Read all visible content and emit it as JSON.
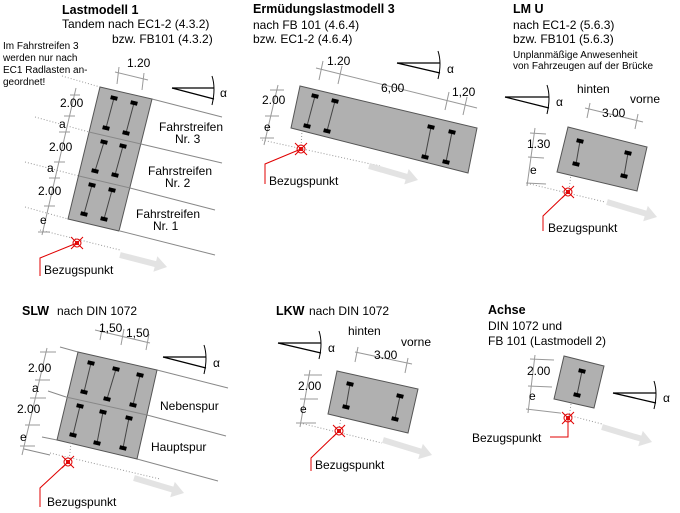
{
  "panels": {
    "lm1": {
      "title": "Lastmodell  1",
      "line1": "Tandem nach EC1-2 (4.3.2)",
      "line2": "bzw.  FB101 (4.3.2)",
      "note": [
        "Im Fahrstreifen 3",
        "werden nur nach",
        "EC1 Radlasten an-",
        "geordnet!"
      ],
      "dim_top": "1.20",
      "dims_left": [
        "2.00",
        "a",
        "2.00",
        "a",
        "2.00",
        "e"
      ],
      "lanes": [
        [
          "Fahrstreifen",
          "Nr. 3"
        ],
        [
          "Fahrstreifen",
          "Nr. 2"
        ],
        [
          "Fahrstreifen",
          "Nr. 1"
        ]
      ],
      "ref": "Bezugspunkt"
    },
    "elm3": {
      "title": "Ermüdungslastmodell 3",
      "line1": "nach FB 101 (4.6.4)",
      "line2": "bzw.  EC1-2  (4.6.4)",
      "dims": [
        "1.20",
        "6,00",
        "1,20"
      ],
      "dims_left": [
        "2.00",
        "e"
      ],
      "ref": "Bezugspunkt"
    },
    "lmu": {
      "title": "LM U",
      "line1": "nach  EC1-2 (5.6.3)",
      "line2": "bzw.   FB101  (5.6.3)",
      "line3": "Unplanmäßige Anwesenheit",
      "line4": "von Fahrzeugen auf der Brücke",
      "rear": "hinten",
      "front": "vorne",
      "dim_top": "3.00",
      "dims_left": [
        "1.30",
        "e"
      ],
      "ref": "Bezugspunkt"
    },
    "slw": {
      "title_bold": "SLW",
      "title_rest": "nach DIN 1072",
      "dims_top": [
        "1,50",
        "1,50"
      ],
      "dims_left": [
        "2.00",
        "a",
        "2.00",
        "e"
      ],
      "lanes": [
        "Nebenspur",
        "Hauptspur"
      ],
      "ref": "Bezugspunkt"
    },
    "lkw": {
      "title_bold": "LKW",
      "title_rest": "nach DIN 1072",
      "rear": "hinten",
      "front": "vorne",
      "dim_top": "3.00",
      "dims_left": [
        "2.00",
        "e"
      ],
      "ref": "Bezugspunkt"
    },
    "achse": {
      "title": "Achse",
      "line1": "DIN 1072 und",
      "line2": "FB 101 (Lastmodell 2)",
      "dims_left": [
        "2.00",
        "e"
      ],
      "ref": "Bezugspunkt"
    }
  },
  "angle_symbol": "α",
  "colors": {
    "vehicle": "#b0b0b0",
    "reference": "#e00000",
    "arrow": "#e3e3e3"
  }
}
